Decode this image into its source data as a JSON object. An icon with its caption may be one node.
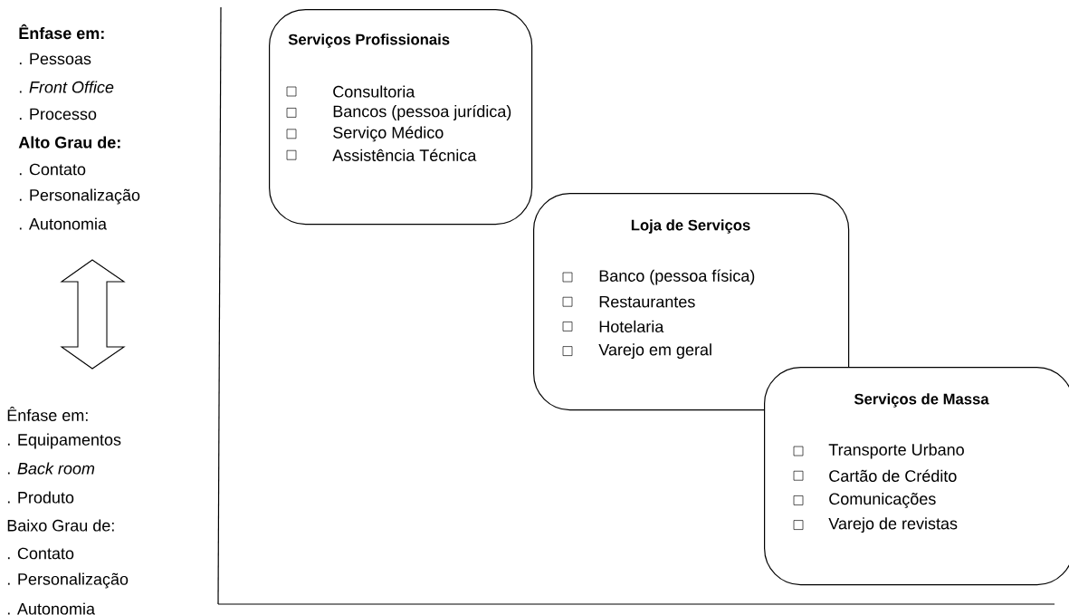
{
  "diagram": {
    "nodes": [
      {
        "text": [
          "Serviços Profissionais",
          "Consultoria",
          "Bancos (pessoa jurídica)",
          "Serviço Médico",
          "Assistência Técnica"
        ]
      },
      {
        "text": [
          "Loja de Serviços",
          "Banco (pessoa física)",
          "Restaurantes",
          "Hotelaria",
          "Varejo em geral"
        ]
      },
      {
        "text": [
          "Serviços de Massa",
          "Transporte Urbano",
          "Cartão de Crédito",
          "Comunicações",
          "Varejo de revistas"
        ]
      }
    ],
    "labels": [
      "Ênfase em:",
      ". Pessoas",
      ". *Front Office*",
      ". Processo",
      "Alto Grau de:",
      ". Contato",
      ". Personalização",
      ". Autonomia",
      "Ênfase em:",
      ". Equipamentos",
      ". *Back room*",
      ". Produto",
      "Baixo Grau de:",
      ". Contato",
      ". Personalização",
      ". Autonomia"
    ]
  }
}
